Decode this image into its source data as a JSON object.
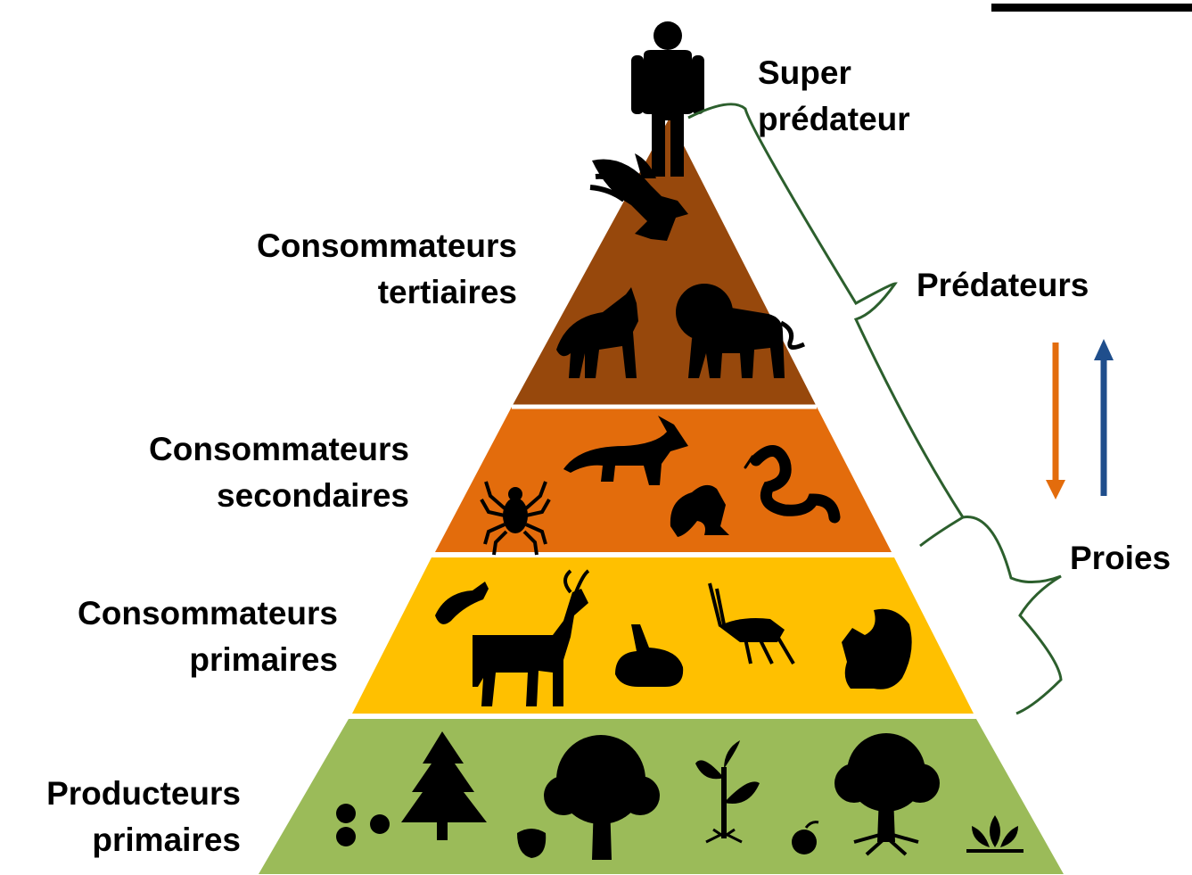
{
  "levels": {
    "apex": {
      "line1": "Super",
      "line2": "prédateur"
    },
    "tertiary": {
      "line1": "Consommateurs",
      "line2": "tertiaires"
    },
    "secondary": {
      "line1": "Consommateurs",
      "line2": "secondaires"
    },
    "primary": {
      "line1": "Consommateurs",
      "line2": "primaires"
    },
    "producers": {
      "line1": "Producteurs",
      "line2": "primaires"
    }
  },
  "brackets": {
    "predators": "Prédateurs",
    "prey": "Proies"
  },
  "colors": {
    "tertiary": "#97480C",
    "secondary": "#E36C0C",
    "primary": "#FFC000",
    "producers": "#9BBB59",
    "bracket": "#2C5F2D",
    "arrow_down": "#E36C0C",
    "arrow_up": "#1F4E8C"
  },
  "icons": {
    "apex": [
      "human-icon"
    ],
    "tertiary": [
      "eagle-icon",
      "wolf-icon",
      "lion-icon"
    ],
    "secondary": [
      "spider-icon",
      "fox-icon",
      "frog-icon",
      "snake-icon"
    ],
    "primary": [
      "caterpillar-icon",
      "deer-icon",
      "rabbit-icon",
      "grasshopper-icon",
      "squirrel-icon"
    ],
    "producers": [
      "berries-icon",
      "pine-tree-icon",
      "acorn-icon",
      "tree-icon",
      "sapling-icon",
      "apple-icon",
      "rooted-tree-icon",
      "lotus-icon"
    ]
  }
}
